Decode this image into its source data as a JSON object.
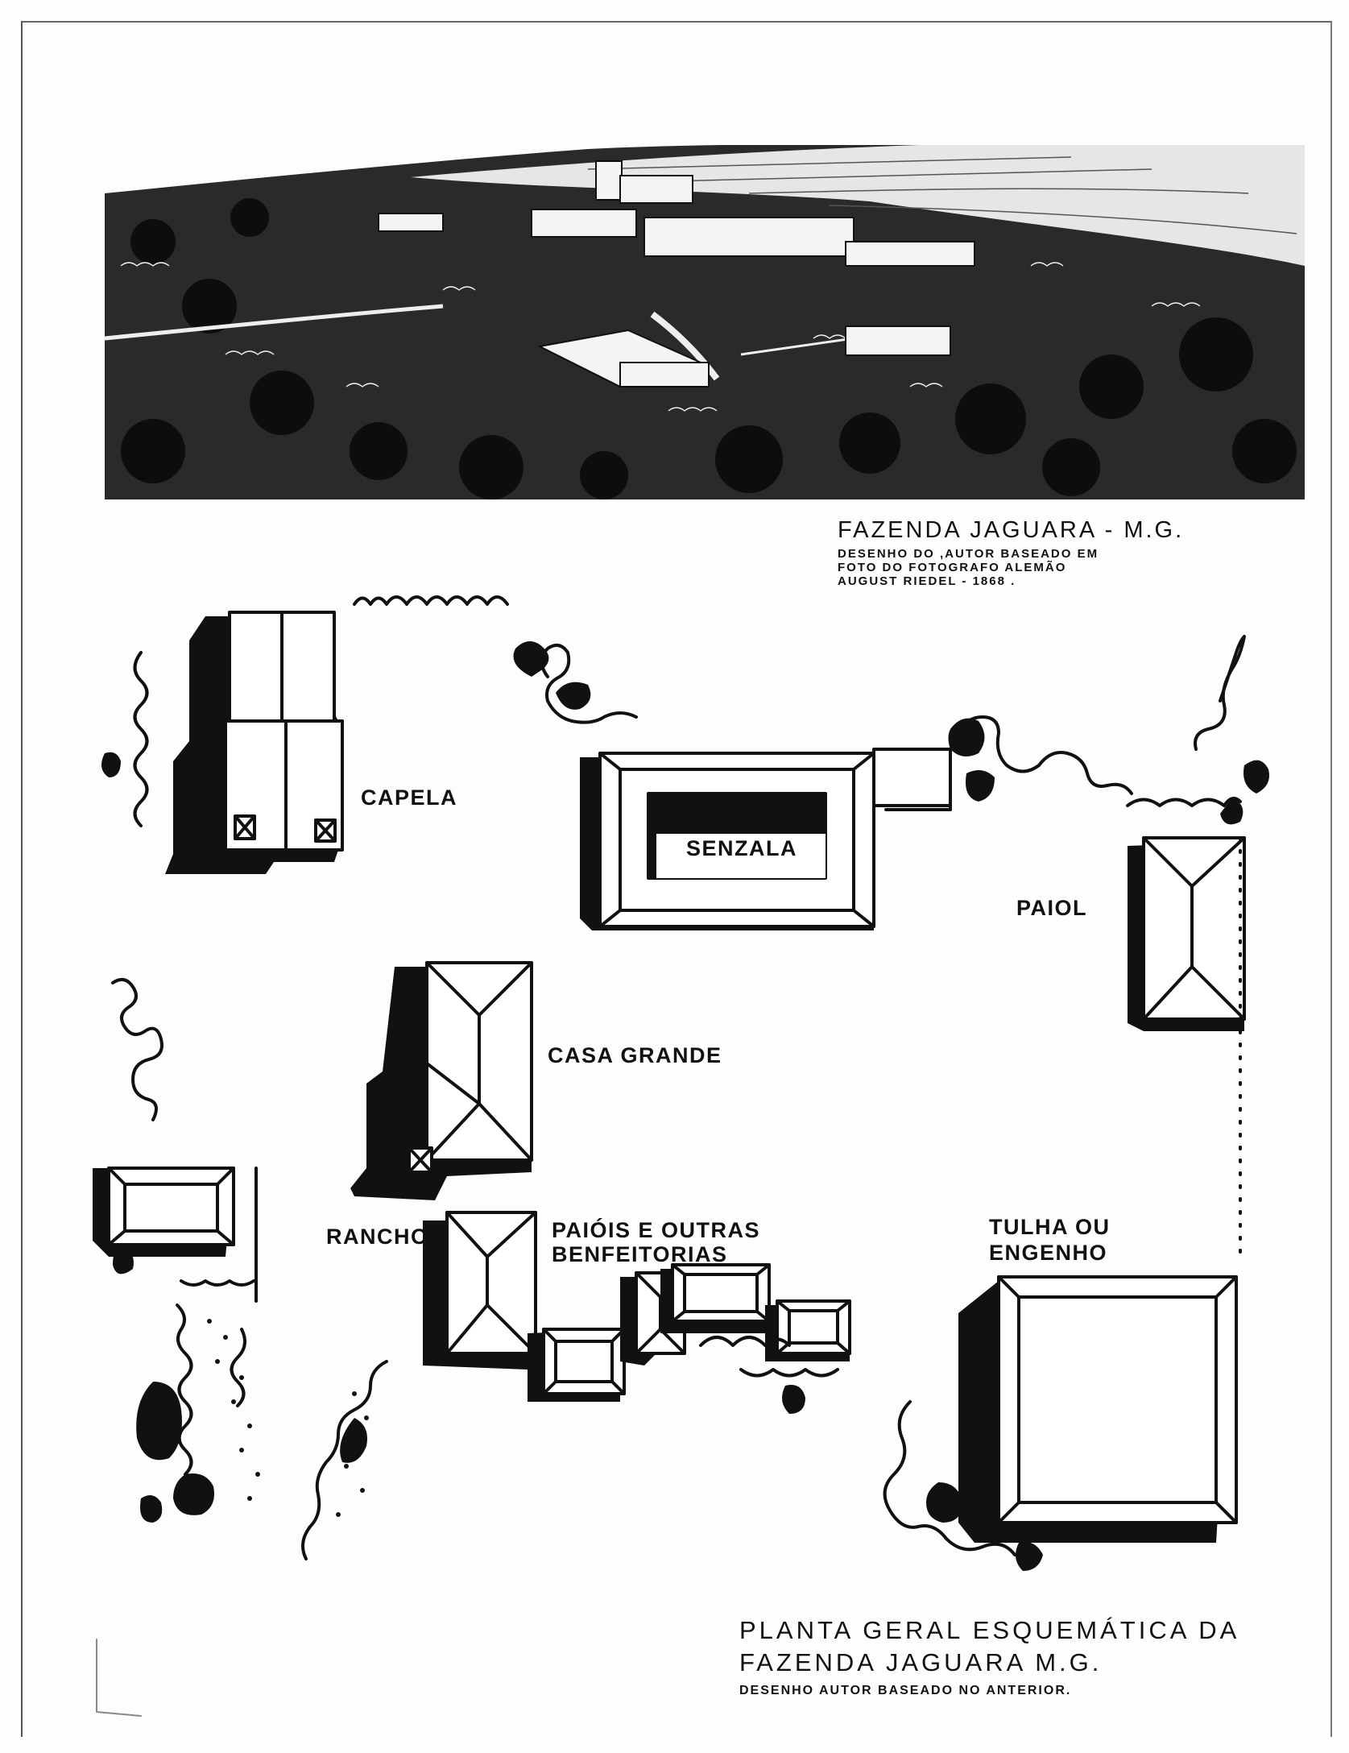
{
  "illustration": {
    "caption_title": "FAZENDA JAGUARA - M.G.",
    "caption_lines": [
      "DESENHO DO ,AUTOR BASEADO EM",
      "FOTO DO FOTOGRAFO ALEMÃO",
      "AUGUST RIEDEL - 1868 ."
    ]
  },
  "plan": {
    "buildings": {
      "capela": "CAPELA",
      "senzala": "SENZALA",
      "paiol": "PAIOL",
      "casa_grande": "CASA GRANDE",
      "rancho": "RANCHO",
      "paiois_line1": "PAIÓIS E OUTRAS",
      "paiois_line2": "BENFEITORIAS",
      "tulha_line1": "TULHA OU",
      "tulha_line2": "ENGENHO"
    },
    "title_line1": "PLANTA GERAL ESQUEMÁTICA   DA",
    "title_line2": "FAZENDA JAGUARA M.G.",
    "subtitle": "DESENHO AUTOR BASEADO NO ANTERIOR."
  },
  "colors": {
    "ink": "#111111",
    "paper": "#fdfdfc"
  }
}
